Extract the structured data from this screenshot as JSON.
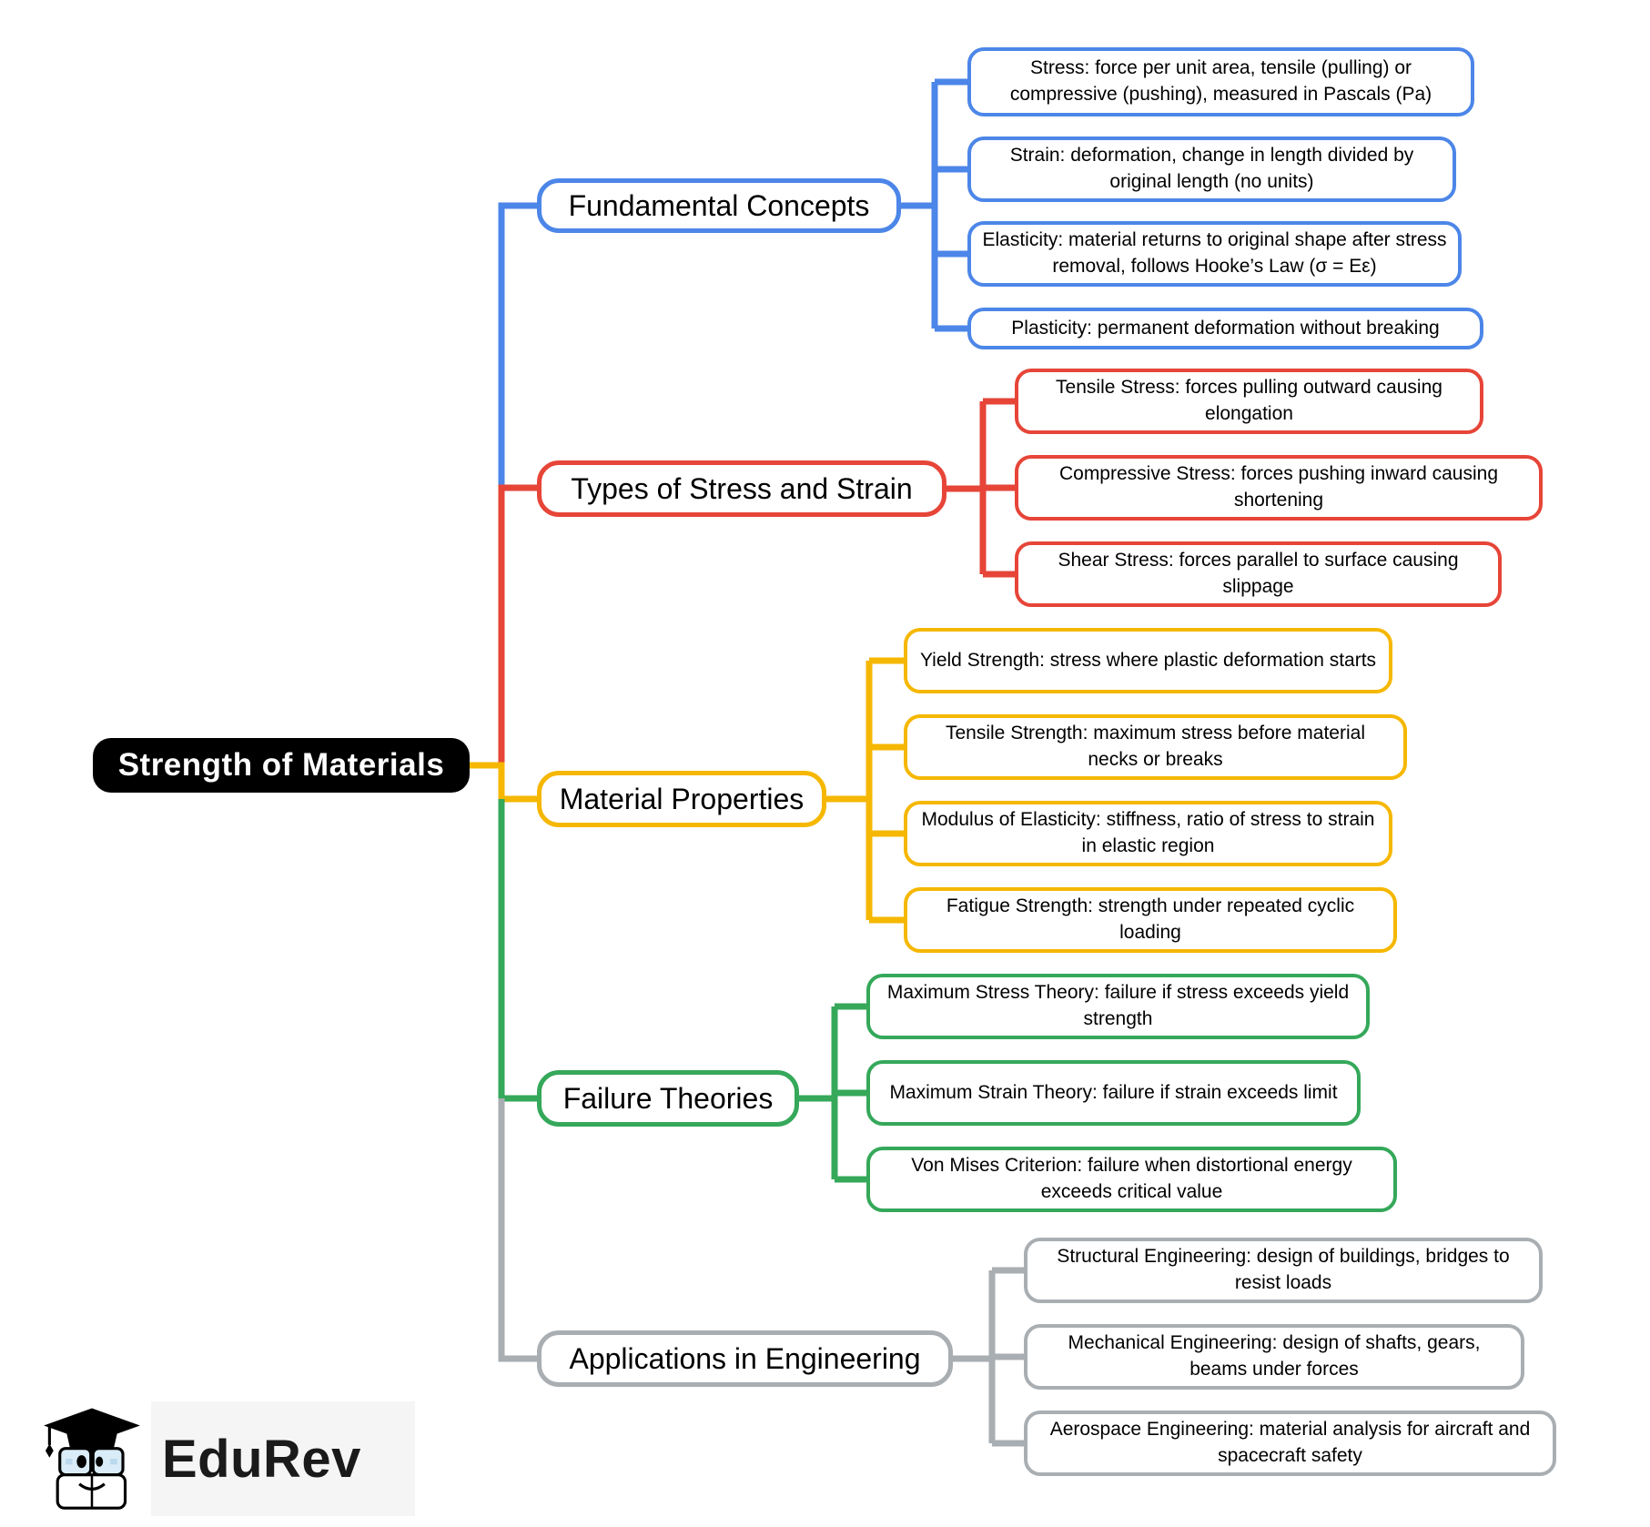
{
  "root": {
    "label": "Strength of Materials"
  },
  "colors": {
    "blue": "#4C86E8",
    "red": "#E64538",
    "yellow": "#F5B700",
    "green": "#35A85A",
    "gray": "#A9AEB2",
    "root-bg": "#000000",
    "node-bg": "#FFFFFF",
    "text": "#000000"
  },
  "branches": [
    {
      "label": "Fundamental Concepts",
      "color": "#4C86E8",
      "children": [
        "Stress: force per unit area, tensile (pulling) or compressive (pushing), measured in Pascals (Pa)",
        "Strain: deformation, change in length divided by original length (no units)",
        "Elasticity: material returns to original shape after stress removal, follows Hooke’s Law (σ = Eε)",
        "Plasticity: permanent deformation without breaking"
      ]
    },
    {
      "label": "Types of Stress and Strain",
      "color": "#E64538",
      "children": [
        "Tensile Stress: forces pulling outward causing elongation",
        "Compressive Stress: forces pushing inward causing shortening",
        "Shear Stress: forces parallel to surface causing slippage"
      ]
    },
    {
      "label": "Material Properties",
      "color": "#F5B700",
      "children": [
        "Yield Strength: stress where plastic deformation starts",
        "Tensile Strength: maximum stress before material necks or breaks",
        "Modulus of Elasticity: stiffness, ratio of stress to strain in elastic region",
        "Fatigue Strength: strength under repeated cyclic loading"
      ]
    },
    {
      "label": "Failure Theories",
      "color": "#35A85A",
      "children": [
        "Maximum Stress Theory: failure if stress exceeds yield strength",
        "Maximum Strain Theory: failure if strain exceeds limit",
        "Von Mises Criterion: failure when distortional energy exceeds critical value"
      ]
    },
    {
      "label": "Applications in Engineering",
      "color": "#A9AEB2",
      "children": [
        "Structural Engineering: design of buildings, bridges to resist loads",
        "Mechanical Engineering: design of shafts, gears, beams under forces",
        "Aerospace Engineering: material analysis for aircraft and spacecraft safety"
      ]
    }
  ],
  "logo": {
    "label": "EduRev"
  }
}
